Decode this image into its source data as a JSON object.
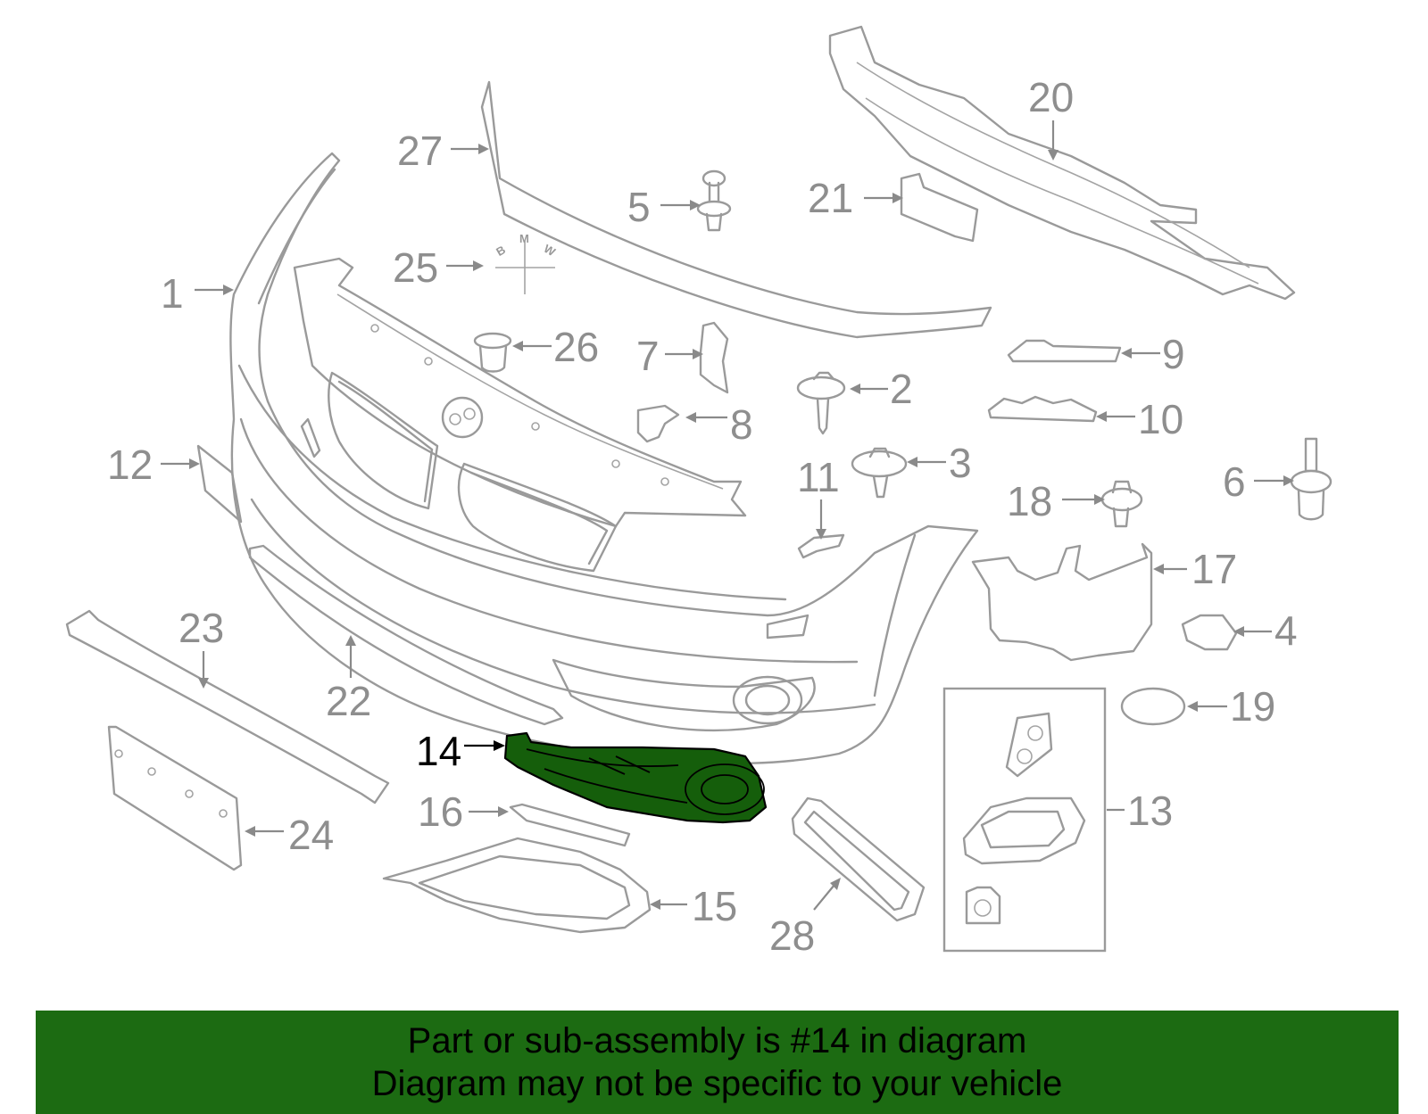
{
  "highlight_color": "#155e0b",
  "banner_color": "#1c6b12",
  "callouts": {
    "c1": "1",
    "c2": "2",
    "c3": "3",
    "c4": "4",
    "c5": "5",
    "c6": "6",
    "c7": "7",
    "c8": "8",
    "c9": "9",
    "c10": "10",
    "c11": "11",
    "c12": "12",
    "c13": "13",
    "c14": "14",
    "c15": "15",
    "c16": "16",
    "c17": "17",
    "c18": "18",
    "c19": "19",
    "c20": "20",
    "c21": "21",
    "c22": "22",
    "c23": "23",
    "c24": "24",
    "c25": "25",
    "c26": "26",
    "c27": "27",
    "c28": "28"
  },
  "emblem_letters": {
    "b": "B",
    "m": "M",
    "w": "W"
  },
  "banner": {
    "line1": "Part or sub-assembly is #14 in diagram",
    "line2": "Diagram may not be specific to your vehicle"
  }
}
